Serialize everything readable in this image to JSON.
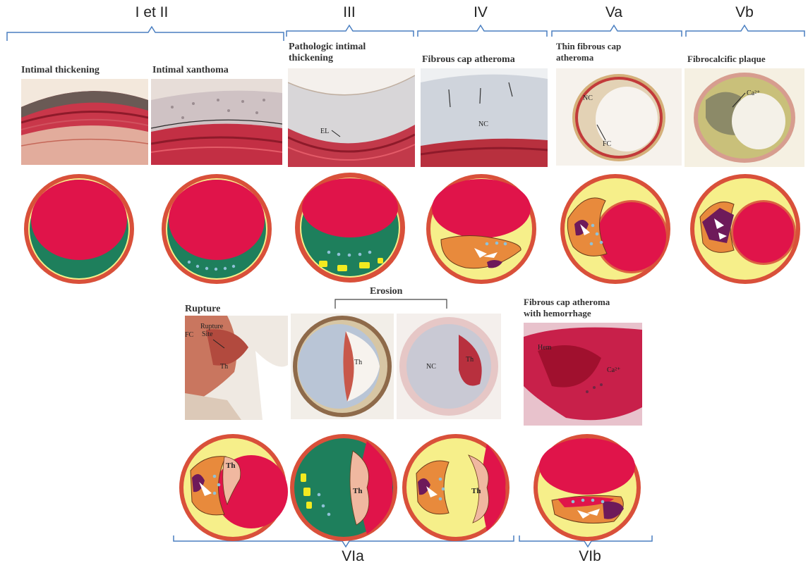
{
  "stages": {
    "s1": "I et II",
    "s3": "III",
    "s4": "IV",
    "s5a": "Va",
    "s5b": "Vb",
    "s6a": "VIa",
    "s6b": "VIb"
  },
  "titles": {
    "intimal_thickening": "Intimal thickening",
    "intimal_xanthoma": "Intimal xanthoma",
    "pathologic": "Pathologic intimal\nthickening",
    "fibrous_cap": "Fibrous cap atheroma",
    "thin_cap": "Thin fibrous cap\natheroma",
    "fibrocalcific": "Fibrocalcific plaque",
    "rupture": "Rupture",
    "erosion": "Erosion",
    "hemorrhage": "Fibrous cap atheroma\nwith hemorrhage"
  },
  "photo_labels": {
    "el": "EL",
    "nc": "NC",
    "fc": "FC",
    "ca": "Ca²⁺",
    "fc_short": "FC",
    "rupture_site": "Rupture\nSite",
    "th": "Th",
    "hem": "Hem"
  },
  "colors": {
    "lumen": "#e0144a",
    "wall": "#d9503a",
    "intima": "#1e7f5c",
    "plaque": "#f6ef8a",
    "necrotic": "#e88a3c",
    "calcium": "#6e1a5a",
    "thrombus": "#f0b8a0"
  }
}
